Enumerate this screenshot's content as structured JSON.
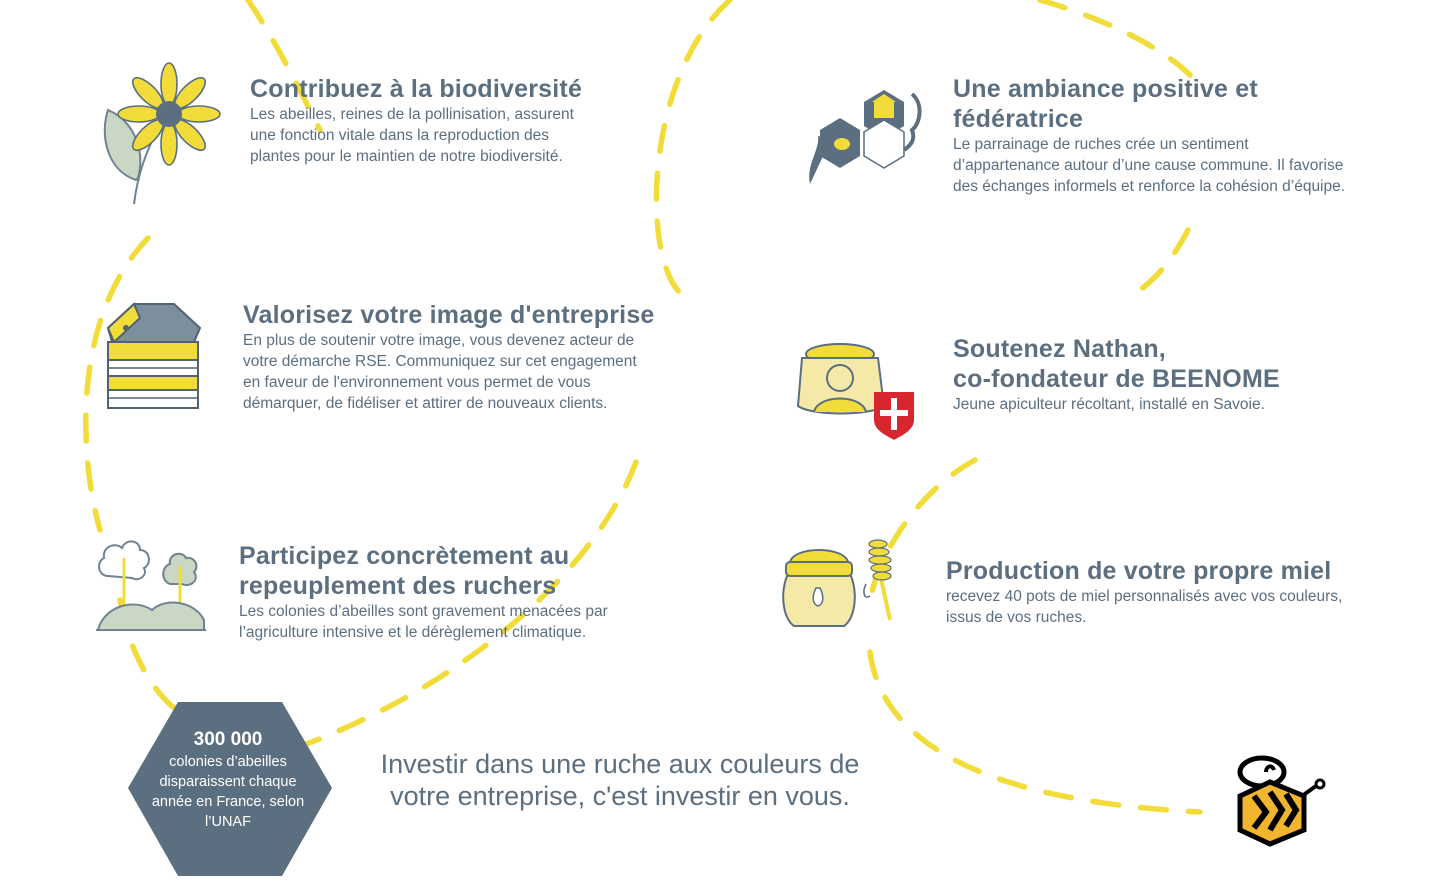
{
  "colors": {
    "accent": "#f2dc3a",
    "slate": "#5b6f80",
    "background": "#ffffff"
  },
  "benefits": [
    {
      "icon": "sunflower-icon",
      "title_lines": [
        "Contribuez à la biodiversité"
      ],
      "text_lines": [
        "Les abeilles, reines de la pollinisation, assurent",
        "une fonction vitale dans la reproduction des",
        "plantes pour le maintien de notre biodiversité."
      ]
    },
    {
      "icon": "beehive-icon",
      "title_lines": [
        "Valorisez votre image d'entreprise"
      ],
      "text_lines": [
        "En plus de soutenir votre image, vous devenez acteur de",
        "votre démarche RSE. Communiquez sur cet engagement",
        "en faveur de l'environnement vous permet de vous",
        "démarquer, de fidéliser et attirer de nouveaux clients."
      ]
    },
    {
      "icon": "trees-icon",
      "title_lines": [
        "Participez concrètement au",
        "repeuplement des ruchers"
      ],
      "text_lines": [
        "Les colonies d’abeilles sont gravement menacées par",
        "l’agriculture intensive et le dérèglement climatique."
      ]
    },
    {
      "icon": "team-hexagons-icon",
      "title_lines": [
        "Une ambiance positive et",
        "fédératrice"
      ],
      "text_lines": [
        "Le parrainage de ruches crée un sentiment",
        "d’appartenance autour d’une cause commune. Il favorise",
        "des échanges informels et renforce la cohésion d’équipe."
      ]
    },
    {
      "icon": "beekeeper-icon",
      "title_lines": [
        "Soutenez Nathan,",
        "co-fondateur de BEENOME"
      ],
      "text_lines": [
        "Jeune apiculteur récoltant, installé en Savoie."
      ]
    },
    {
      "icon": "honey-jar-icon",
      "title_lines": [
        "Production de votre propre miel"
      ],
      "text_lines": [
        "recevez 40 pots de miel personnalisés avec vos couleurs,",
        "issus de vos ruches."
      ]
    }
  ],
  "stat": {
    "number": "300 000",
    "desc_lines": [
      "colonies d’abeilles",
      "disparaissent chaque",
      "année en France, selon",
      "l’UNAF"
    ]
  },
  "tagline_lines": [
    "Investir dans une ruche aux couleurs de",
    "votre entreprise, c'est investir en vous."
  ],
  "logo_icon": "bee-logo-icon"
}
